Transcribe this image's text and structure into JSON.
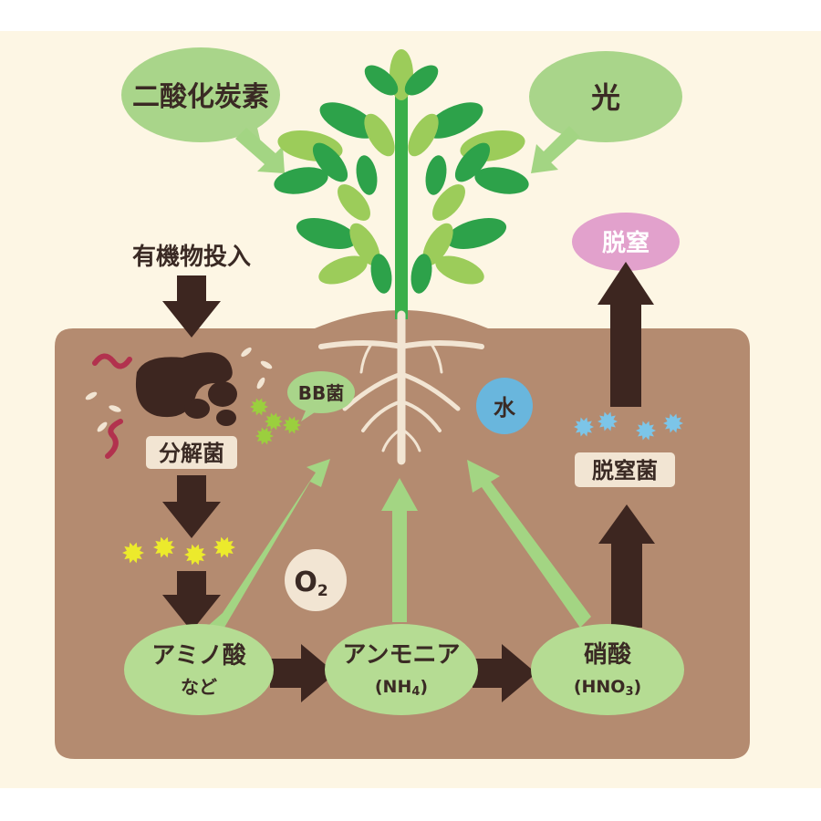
{
  "labels": {
    "co2": "二酸化炭素",
    "light": "光",
    "organic_input": "有機物投入",
    "denitrification": "脱窒",
    "decomposer": "分解菌",
    "bb_bacteria": "BB菌",
    "water": "水",
    "denitrifying_bacteria": "脱窒菌",
    "o2_main": "O",
    "o2_sub": "2",
    "amino_acid_line1": "アミノ酸",
    "amino_acid_line2": "など",
    "ammonia_line1": "アンモニア",
    "ammonia_line2_pre": "(NH",
    "ammonia_line2_sub": "4",
    "ammonia_line2_post": ")",
    "nitric_line1": "硝酸",
    "nitric_line2_pre": "(HNO",
    "nitric_line2_sub": "3",
    "nitric_line2_post": ")"
  },
  "colors": {
    "background": "#fdf6e4",
    "soil": "#b48b70",
    "bubble_green": "#a9d58a",
    "node_green": "#b5dc93",
    "arrow_green": "#a3d583",
    "arrow_dark": "#3d2620",
    "denitrification_pink": "#e2a1cc",
    "water_blue": "#69b6dd",
    "label_box": "#f2e5d3",
    "leaf_dark": "#2da24a",
    "leaf_light": "#9ccc5a",
    "stem": "#3aaf4a",
    "root": "#f2e5d3",
    "worm": "#b2324e",
    "yellow_microbe": "#ecea2c",
    "green_microbe": "#9bcf3e",
    "blue_microbe": "#7cc5e8"
  }
}
